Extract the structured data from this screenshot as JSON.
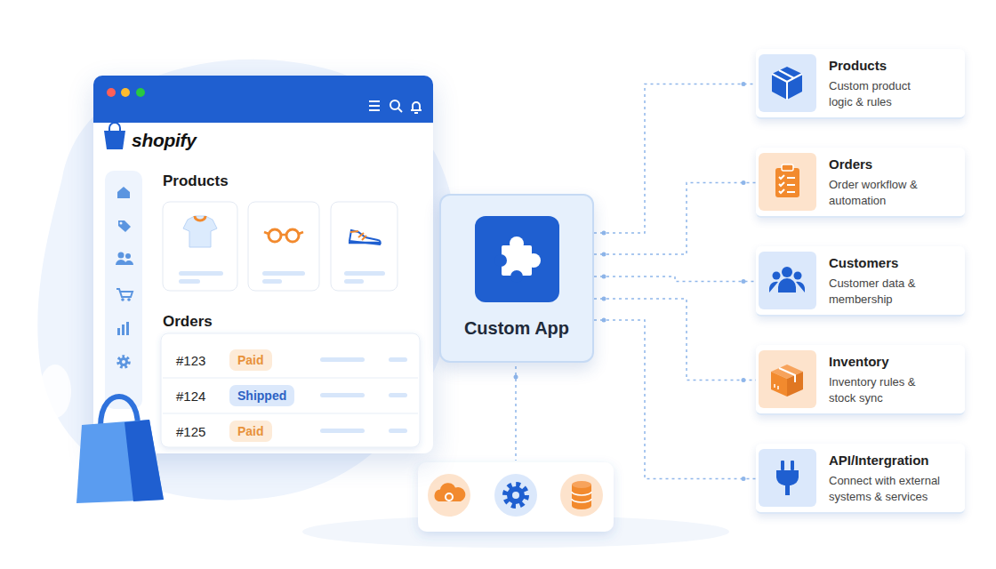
{
  "diagram": {
    "nodes": [
      {
        "text": [
          "shopify",
          "Products",
          "Orders"
        ]
      },
      {
        "text": [
          "#123"
        ],
        "in": 0
      },
      {
        "text": [
          "Paid"
        ],
        "in": 1
      },
      {
        "text": [
          "#124"
        ],
        "in": 0
      },
      {
        "text": [
          "Shipped"
        ],
        "in": 3
      },
      {
        "text": [
          "#125"
        ],
        "in": 0
      },
      {
        "text": [
          "Paid"
        ],
        "in": 5
      },
      {
        "text": [
          "Custom App"
        ]
      },
      {
        "text": [
          "Products",
          "Custom product logic & rules"
        ]
      },
      {
        "text": [
          "Orders",
          "Order workflow & automation"
        ]
      },
      {
        "text": [
          "Customers",
          "Customer data & membership"
        ]
      },
      {
        "text": [
          "Inventory",
          "Inventory rules & stock sync"
        ]
      },
      {
        "text": [
          "API/Intergration",
          "Connect with external systems & services"
        ]
      }
    ],
    "edges": [
      {
        "from": 7,
        "to": 8,
        "arrow": "none"
      },
      {
        "from": 7,
        "to": 9,
        "arrow": "none"
      },
      {
        "from": 7,
        "to": 10,
        "arrow": "none"
      },
      {
        "from": 7,
        "to": 11,
        "arrow": "none"
      },
      {
        "from": 7,
        "to": 12,
        "arrow": "none"
      }
    ]
  }
}
